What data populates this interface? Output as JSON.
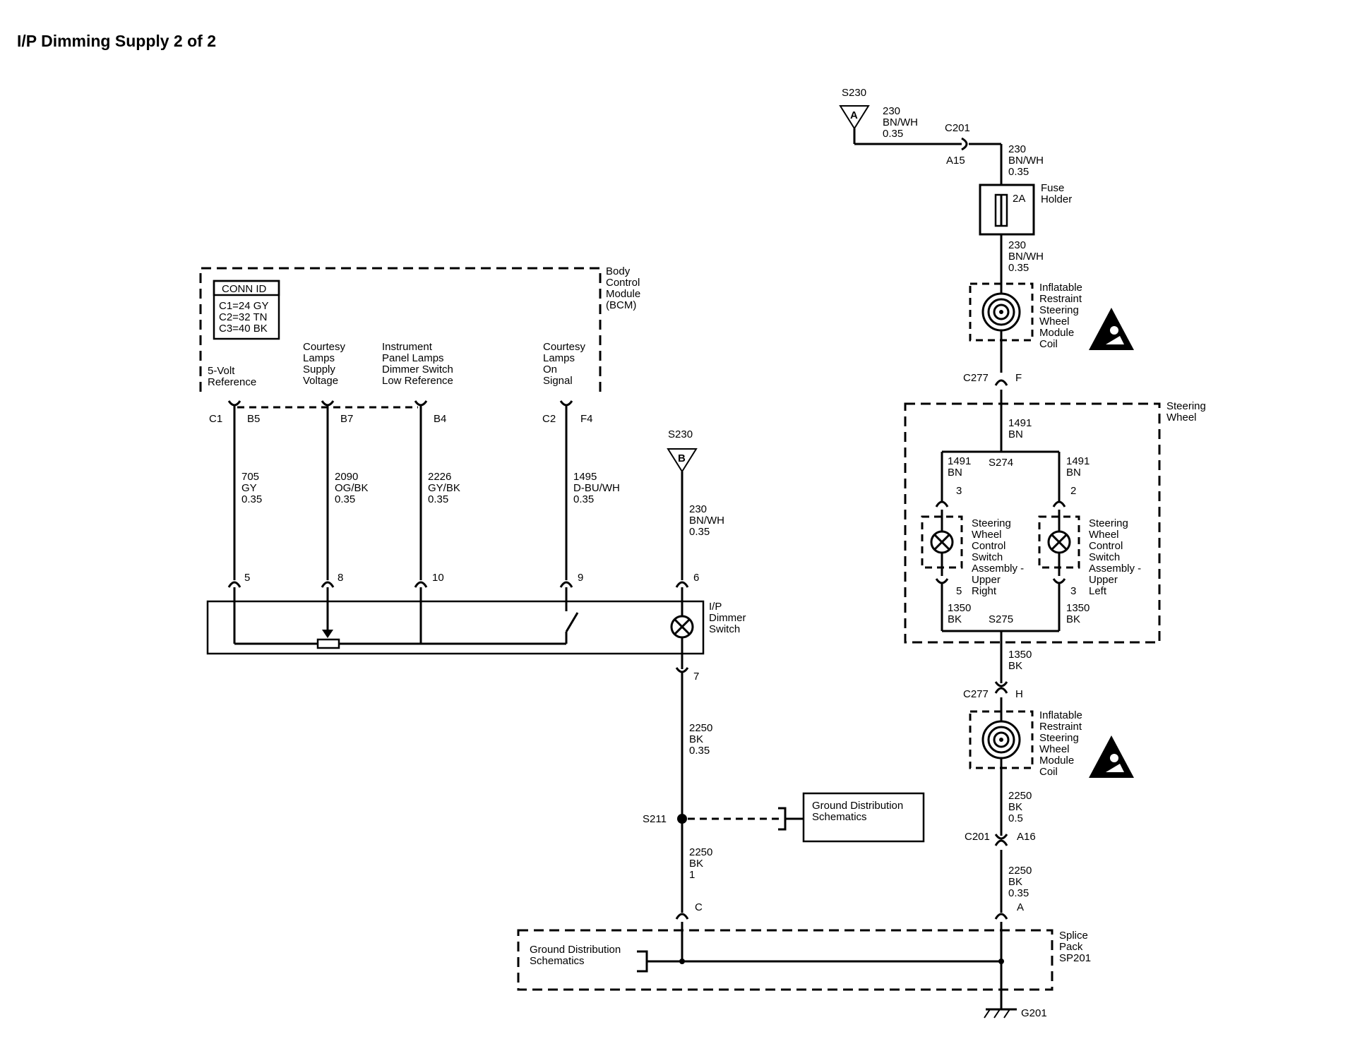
{
  "title": "I/P Dimming Supply 2 of 2",
  "bcm": {
    "name_lines": [
      "Body",
      "Control",
      "Module",
      "(BCM)"
    ],
    "conn_id_header": "CONN ID",
    "conn_ids": [
      "C1=24 GY",
      "C2=32 TN",
      "C3=40 BK"
    ],
    "circuits": [
      {
        "label": [
          "5-Volt",
          "Reference"
        ],
        "connector": "C1",
        "pin": "B5",
        "wire": [
          "705",
          "GY",
          "0.35"
        ],
        "switch_pin": "5"
      },
      {
        "label": [
          "Courtesy",
          "Lamps",
          "Supply",
          "Voltage"
        ],
        "pin": "B7",
        "wire": [
          "2090",
          "OG/BK",
          "0.35"
        ],
        "switch_pin": "8"
      },
      {
        "label": [
          "Instrument",
          "Panel Lamps",
          "Dimmer Switch",
          "Low Reference"
        ],
        "pin": "B4",
        "wire": [
          "2226",
          "GY/BK",
          "0.35"
        ],
        "switch_pin": "10"
      },
      {
        "label": [
          "Courtesy",
          "Lamps",
          "On",
          "Signal"
        ],
        "connector": "C2",
        "pin": "F4",
        "wire": [
          "1495",
          "D-BU/WH",
          "0.35"
        ],
        "switch_pin": "9"
      }
    ]
  },
  "dimmer": {
    "splice_b": "S230",
    "splice_b_letter": "B",
    "supply_wire": [
      "230",
      "BN/WH",
      "0.35"
    ],
    "pin_in": "6",
    "name_lines": [
      "I/P",
      "Dimmer",
      "Switch"
    ],
    "pin_out": "7",
    "ground_wire": [
      "2250",
      "BK",
      "0.35"
    ],
    "splice_s211": "S211",
    "ground_ref": [
      "Ground Distribution",
      "Schematics"
    ],
    "ground_wire2": [
      "2250",
      "BK",
      "1"
    ],
    "pin_c": "C"
  },
  "right": {
    "splice_a": "S230",
    "splice_a_letter": "A",
    "wire_a": [
      "230",
      "BN/WH",
      "0.35"
    ],
    "c201": "C201",
    "c201_pin": "A15",
    "wire_b": [
      "230",
      "BN/WH",
      "0.35"
    ],
    "fuse_rating": "2A",
    "fuse_label": [
      "Fuse",
      "Holder"
    ],
    "wire_c": [
      "230",
      "BN/WH",
      "0.35"
    ],
    "coil_label": [
      "Inflatable",
      "Restraint",
      "Steering",
      "Wheel",
      "Module",
      "Coil"
    ],
    "c277": "C277",
    "c277_pin_f": "F",
    "steering_wheel": [
      "Steering",
      "Wheel"
    ],
    "wire_1491": [
      "1491",
      "BN"
    ],
    "s274": "S274",
    "pin_3": "3",
    "pin_2": "2",
    "switch_label_right": [
      "Steering",
      "Wheel",
      "Control",
      "Switch",
      "Assembly -",
      "Upper",
      "Right"
    ],
    "switch_label_left": [
      "Steering",
      "Wheel",
      "Control",
      "Switch",
      "Assembly -",
      "Upper",
      "Left"
    ],
    "pin_5": "5",
    "pin_3b": "3",
    "wire_1350": [
      "1350",
      "BK"
    ],
    "s275": "S275",
    "c277_pin_h": "H",
    "wire_2250a": [
      "2250",
      "BK",
      "0.5"
    ],
    "c201_pin_a16": "A16",
    "wire_2250b": [
      "2250",
      "BK",
      "0.35"
    ],
    "pin_a": "A"
  },
  "splice_pack": {
    "ground_ref": [
      "Ground Distribution",
      "Schematics"
    ],
    "label": [
      "Splice",
      "Pack",
      "SP201"
    ],
    "ground": "G201"
  }
}
